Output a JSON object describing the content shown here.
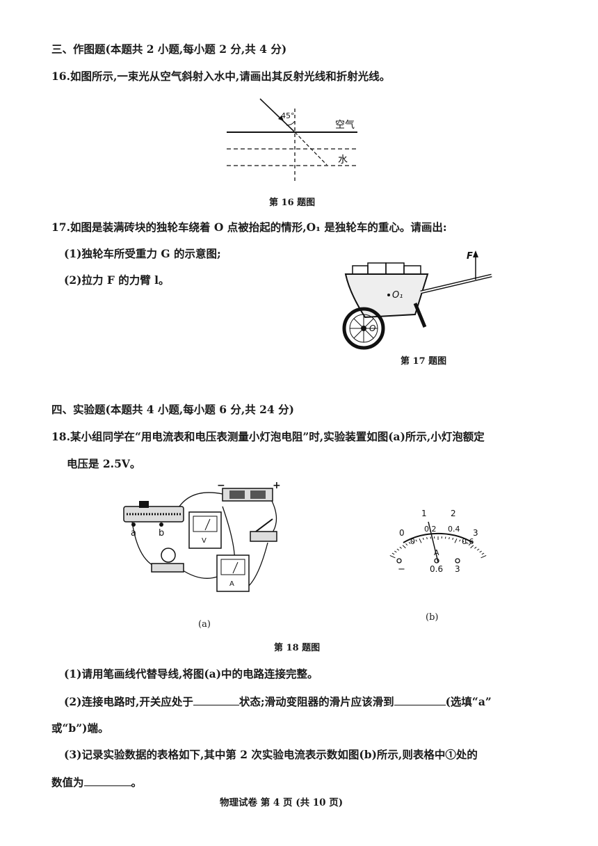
{
  "section3": {
    "title": "三、作图题(本题共 2 小题,每小题 2 分,共 4 分)"
  },
  "q16": {
    "text": "16.如图所示,一束光从空气斜射入水中,请画出其反射光线和折射光线。",
    "angle_label": "45°",
    "air_label": "空气",
    "water_label": "水",
    "caption": "第 16 题图"
  },
  "q17": {
    "text": "17.如图是装满砖块的独轮车绕着 O 点被抬起的情形,O₁ 是独轮车的重心。请画出:",
    "item1": "(1)独轮车所受重力 G 的示意图;",
    "item2": "(2)拉力 F 的力臂 l。",
    "force_label": "F",
    "center_label": "O₁",
    "pivot_label": "O",
    "caption": "第 17 题图"
  },
  "section4": {
    "title": "四、实验题(本题共 4 小题,每小题 6 分,共 24 分)"
  },
  "q18": {
    "text_line1": "18.某小组同学在“用电流表和电压表测量小灯泡电阻”时,实验装置如图(a)所示,小灯泡额定",
    "text_line2": "电压是 2.5V。",
    "fig_a": {
      "label_a": "a",
      "label_b": "b",
      "minus": "−",
      "plus": "+",
      "voltmeter_symbol": "V",
      "ammeter_symbol": "A",
      "caption": "(a)"
    },
    "fig_b": {
      "upper_scale": [
        "0",
        "1",
        "2",
        "3"
      ],
      "lower_scale": [
        "0",
        "0.2",
        "0.4",
        "0.6"
      ],
      "unit": "A",
      "terminal_minus": "−",
      "terminal_06": "0.6",
      "terminal_3": "3",
      "caption": "(b)"
    },
    "caption": "第 18 题图",
    "sub1": "(1)请用笔画线代替导线,将图(a)中的电路连接完整。",
    "sub2_part1": "(2)连接电路时,开关应处于",
    "sub2_part2": "状态;滑动变阻器的滑片应该滑到",
    "sub2_part3": "(选填“a”",
    "sub2_line2": "或“b”)端。",
    "sub3_line1": "(3)记录实验数据的表格如下,其中第 2 次实验电流表示数如图(b)所示,则表格中①处的",
    "sub3_line2_prefix": "数值为",
    "sub3_line2_suffix": "。"
  },
  "footer": {
    "text": "物理试卷  第 4 页  (共 10 页)"
  }
}
